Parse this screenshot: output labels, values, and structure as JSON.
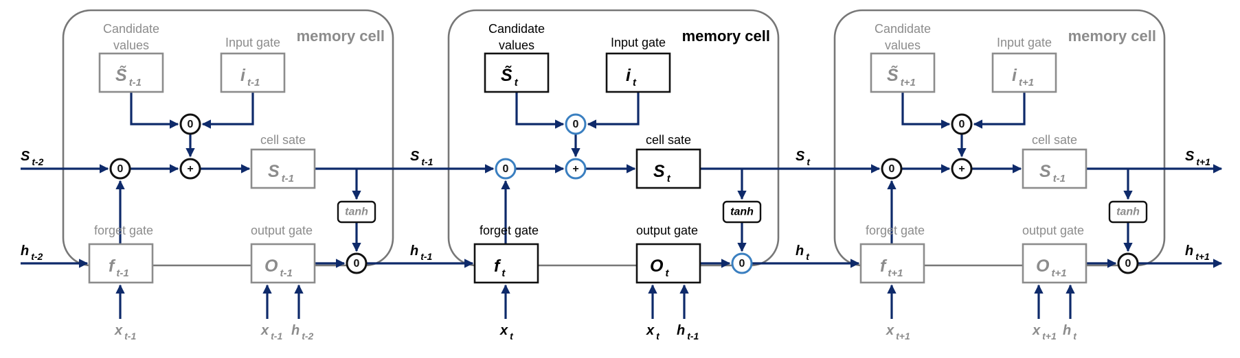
{
  "cells": [
    {
      "id": "cell-prev",
      "dim": true,
      "title": "memory cell",
      "candidate": {
        "caption_line1": "Candidate",
        "caption_line2": "values",
        "symbol": "S̃",
        "sub": "t-1"
      },
      "input_gate": {
        "caption": "Input gate",
        "symbol": "i",
        "sub": "t-1"
      },
      "cell_state": {
        "caption": "cell sate",
        "symbol": "S",
        "sub": "t-1"
      },
      "forget_gate": {
        "caption": "forget gate",
        "symbol": "f",
        "sub": "t-1"
      },
      "output_gate": {
        "caption": "output gate",
        "symbol": "O",
        "sub": "t-1"
      },
      "tanh": "tanh",
      "inputs": [
        {
          "symbol": "x",
          "sub": "t-1"
        },
        {
          "symbol": "x",
          "sub": "t-1"
        },
        {
          "symbol": "h",
          "sub": "t-2"
        }
      ]
    },
    {
      "id": "cell-curr",
      "dim": false,
      "title": "memory cell",
      "candidate": {
        "caption_line1": "Candidate",
        "caption_line2": "values",
        "symbol": "S̃",
        "sub": "t"
      },
      "input_gate": {
        "caption": "Input gate",
        "symbol": "i",
        "sub": "t"
      },
      "cell_state": {
        "caption": "cell sate",
        "symbol": "S",
        "sub": "t"
      },
      "forget_gate": {
        "caption": "forget gate",
        "symbol": "f",
        "sub": "t"
      },
      "output_gate": {
        "caption": "output gate",
        "symbol": "O",
        "sub": "t"
      },
      "tanh": "tanh",
      "inputs": [
        {
          "symbol": "x",
          "sub": "t"
        },
        {
          "symbol": "x",
          "sub": "t"
        },
        {
          "symbol": "h",
          "sub": "t-1"
        }
      ]
    },
    {
      "id": "cell-next",
      "dim": true,
      "title": "memory cell",
      "candidate": {
        "caption_line1": "Candidate",
        "caption_line2": "values",
        "symbol": "S̃",
        "sub": "t+1"
      },
      "input_gate": {
        "caption": "Input gate",
        "symbol": "i",
        "sub": "t+1"
      },
      "cell_state": {
        "caption": "cell sate",
        "symbol": "S",
        "sub": "t-1"
      },
      "forget_gate": {
        "caption": "forget gate",
        "symbol": "f",
        "sub": "t+1"
      },
      "output_gate": {
        "caption": "output gate",
        "symbol": "O",
        "sub": "t+1"
      },
      "tanh": "tanh",
      "inputs": [
        {
          "symbol": "x",
          "sub": "t+1"
        },
        {
          "symbol": "x",
          "sub": "t+1"
        },
        {
          "symbol": "h",
          "sub": "t"
        }
      ]
    }
  ],
  "connections": {
    "state": [
      {
        "symbol": "S",
        "sub": "t-2"
      },
      {
        "symbol": "S",
        "sub": "t-1"
      },
      {
        "symbol": "S",
        "sub": "t"
      },
      {
        "symbol": "S",
        "sub": "t+1"
      }
    ],
    "hidden": [
      {
        "symbol": "h",
        "sub": "t-2"
      },
      {
        "symbol": "h",
        "sub": "t-1"
      },
      {
        "symbol": "h",
        "sub": "t"
      },
      {
        "symbol": "h",
        "sub": "t+1"
      }
    ]
  },
  "operators": {
    "multiply": "0",
    "add": "+"
  },
  "colors": {
    "line": "#0e2a6a",
    "dim": "#8c8c8c",
    "frame": "#777777",
    "active_ring": "#3a7fc0",
    "text": "#000000"
  }
}
